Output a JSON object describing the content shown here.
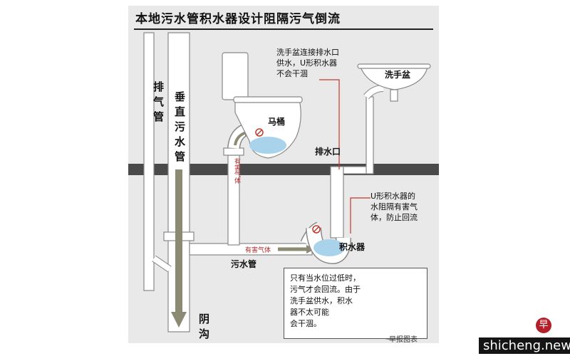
{
  "title": "本地污水管积水器设计阻隔污气倒流",
  "labels": {
    "vent_pipe": "排气管",
    "vertical_pipe": "垂直污水管",
    "toilet": "马桶",
    "basin": "洗手盆",
    "drain_outlet": "排水口",
    "trap": "积水器",
    "sewage_pipe": "污水管",
    "sewer": "阴沟",
    "gas_vertical": "有害气体",
    "gas_horizontal": "有害气体"
  },
  "notes": {
    "basin_note": [
      "洗手盆连接排水口",
      "供水，U形积水器",
      "不会干涸"
    ],
    "trap_note": [
      "U形积水器的",
      "水阻隔有害气",
      "体，防止回流"
    ],
    "box_note": [
      "只有当水位过低时，",
      "污气才会回流。由于",
      "洗手盆供水，积水",
      "器不太可能",
      "会干涸。"
    ]
  },
  "credit": "早报图表",
  "watermark": "shicheng.news",
  "logo_char": "早",
  "colors": {
    "accent": "#c0392b",
    "water": "#a9d3ea",
    "pipe": "#ffffff",
    "floor": "#4a4a4a"
  },
  "icons": [
    "no-entry-icon",
    "up-arrow-icon",
    "down-arrow-icon"
  ]
}
